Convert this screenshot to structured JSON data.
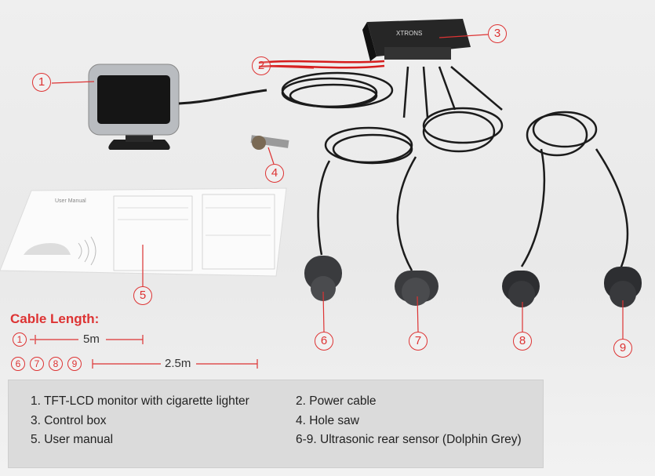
{
  "callouts": [
    "1",
    "2",
    "3",
    "4",
    "5",
    "6",
    "7",
    "8",
    "9"
  ],
  "brand": "XTRONS",
  "cable": {
    "title": "Cable Length:",
    "row1_nums": [
      "1"
    ],
    "row1_length": "5m",
    "row2_nums": [
      "6",
      "7",
      "8",
      "9"
    ],
    "row2_length": "2.5m"
  },
  "legend": [
    "1. TFT-LCD monitor with cigarette lighter",
    "2. Power cable",
    "3. Control box",
    "4. Hole saw",
    "5. User manual",
    "6-9. Ultrasonic rear sensor (Dolphin Grey)"
  ],
  "colors": {
    "accent": "#d33333",
    "cable": "#1b1b1b",
    "sensor": "#3a3b3e",
    "red_wire": "#d61e1e"
  }
}
